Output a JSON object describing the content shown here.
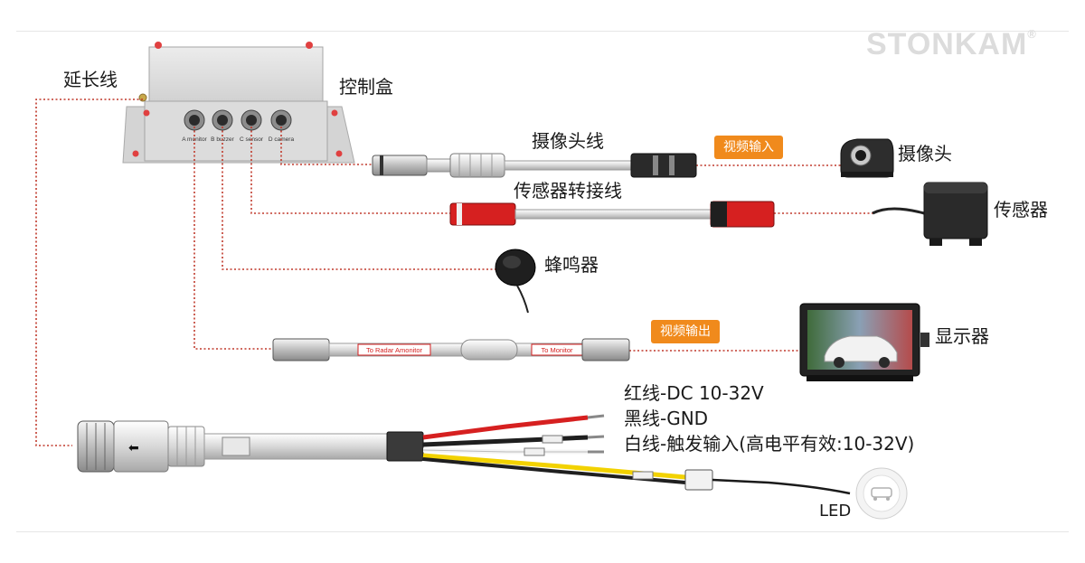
{
  "brand": {
    "name": "STONKAM",
    "mark": "®"
  },
  "labels": {
    "extension_cable": "延长线",
    "control_box": "控制盒",
    "camera_cable": "摄像头线",
    "camera": "摄像头",
    "sensor_adapter_cable": "传感器转接线",
    "sensor": "传感器",
    "buzzer": "蜂鸣器",
    "monitor": "显示器",
    "led": "LED"
  },
  "badges": {
    "video_in": "视频输入",
    "video_out": "视频输出"
  },
  "ports": [
    "A monitor",
    "B buzzer",
    "C sensor",
    "D camera"
  ],
  "cable_tags": {
    "to_radar": "To Radar Amonitor",
    "to_monitor": "To Monitor"
  },
  "power_wires": {
    "red": "红线-DC 10-32V",
    "black": "黑线-GND",
    "white": "白线-触发输入(高电平有效:10-32V)"
  },
  "colors": {
    "accent_orange": "#f08a1c",
    "dotted_red": "#c0392b",
    "wire_red": "#d62020",
    "wire_yellow": "#f2d200"
  }
}
